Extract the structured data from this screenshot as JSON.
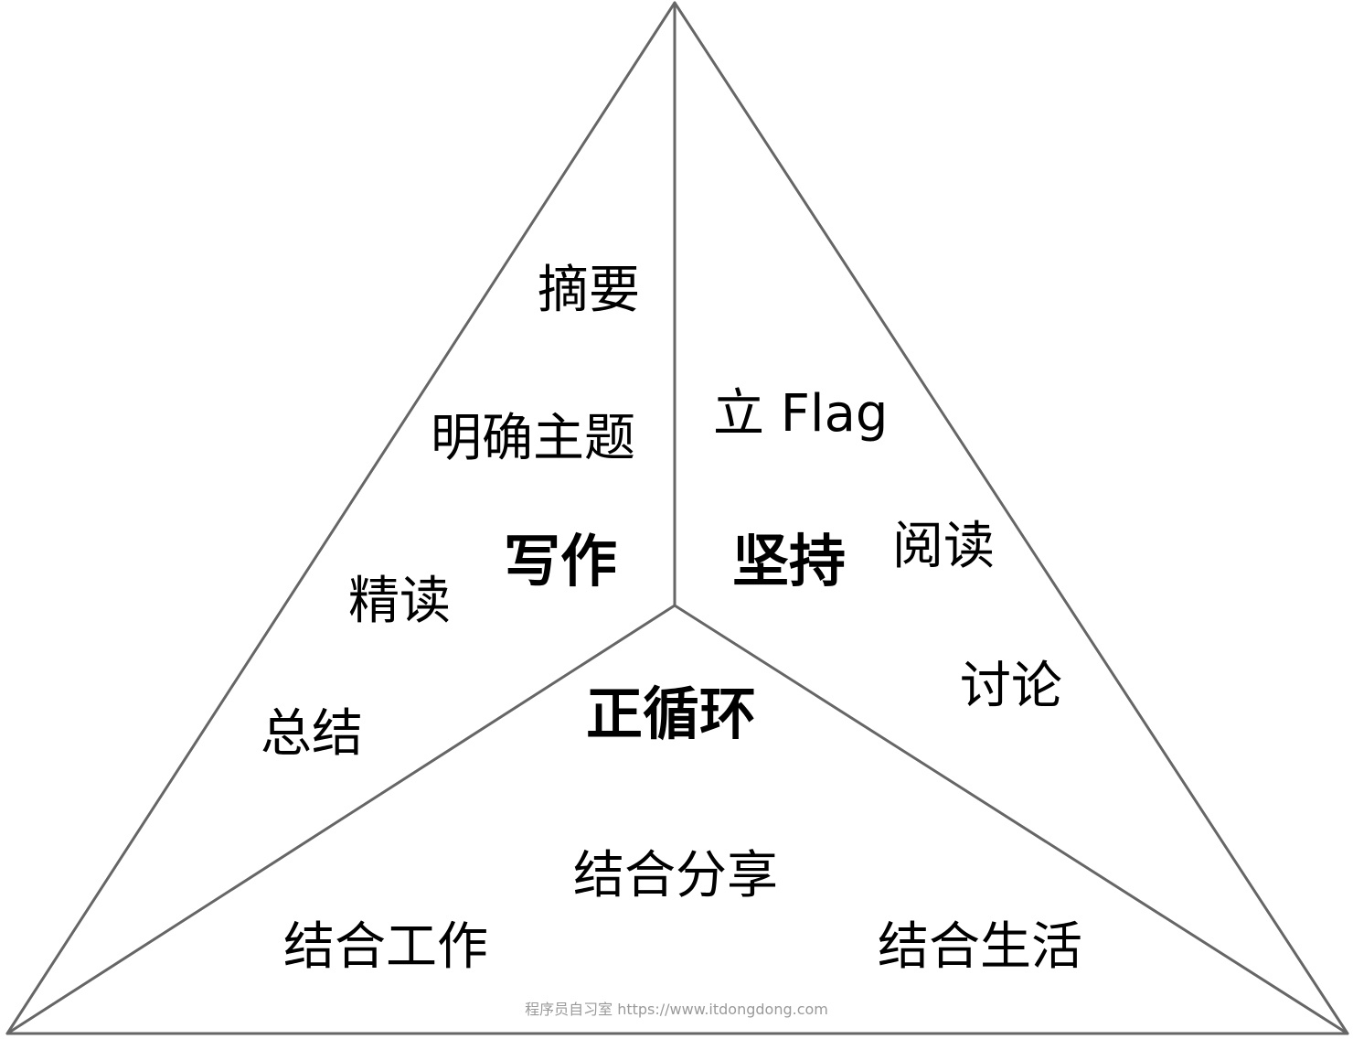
{
  "diagram": {
    "line_color": "#666666",
    "sections": {
      "writing": {
        "title": "写作",
        "items": [
          "摘要",
          "明确主题",
          "精读",
          "总结"
        ]
      },
      "persistence": {
        "title": "坚持",
        "items": [
          "立 Flag",
          "阅读",
          "讨论"
        ]
      },
      "cycle": {
        "title": "正循环",
        "items": [
          "结合分享",
          "结合工作",
          "结合生活"
        ]
      }
    }
  },
  "watermark": {
    "text": "程序员自习室 https://www.itdongdong.com"
  }
}
